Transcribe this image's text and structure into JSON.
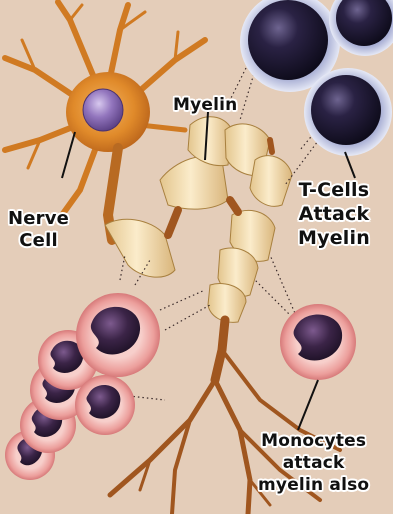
{
  "labels": {
    "myelin": "Myelin",
    "nerve_cell": [
      "Nerve",
      "Cell"
    ],
    "t_cells": [
      "T-Cells",
      "Attack",
      "Myelin"
    ],
    "monocytes": [
      "Monocytes",
      "attack",
      "myelin also"
    ]
  },
  "colors": {
    "background": "#e4cdb9",
    "nerve_cell_body": "#e58d2e",
    "nucleus": "#8b6db3",
    "myelin": "#f2dcae",
    "axon": "#a0561f",
    "t_cell_core": "#1a1430",
    "t_cell_ring": "#c8cde6",
    "monocyte_membrane": "#f0b6b4",
    "monocyte_nucleus": "#35203f"
  }
}
